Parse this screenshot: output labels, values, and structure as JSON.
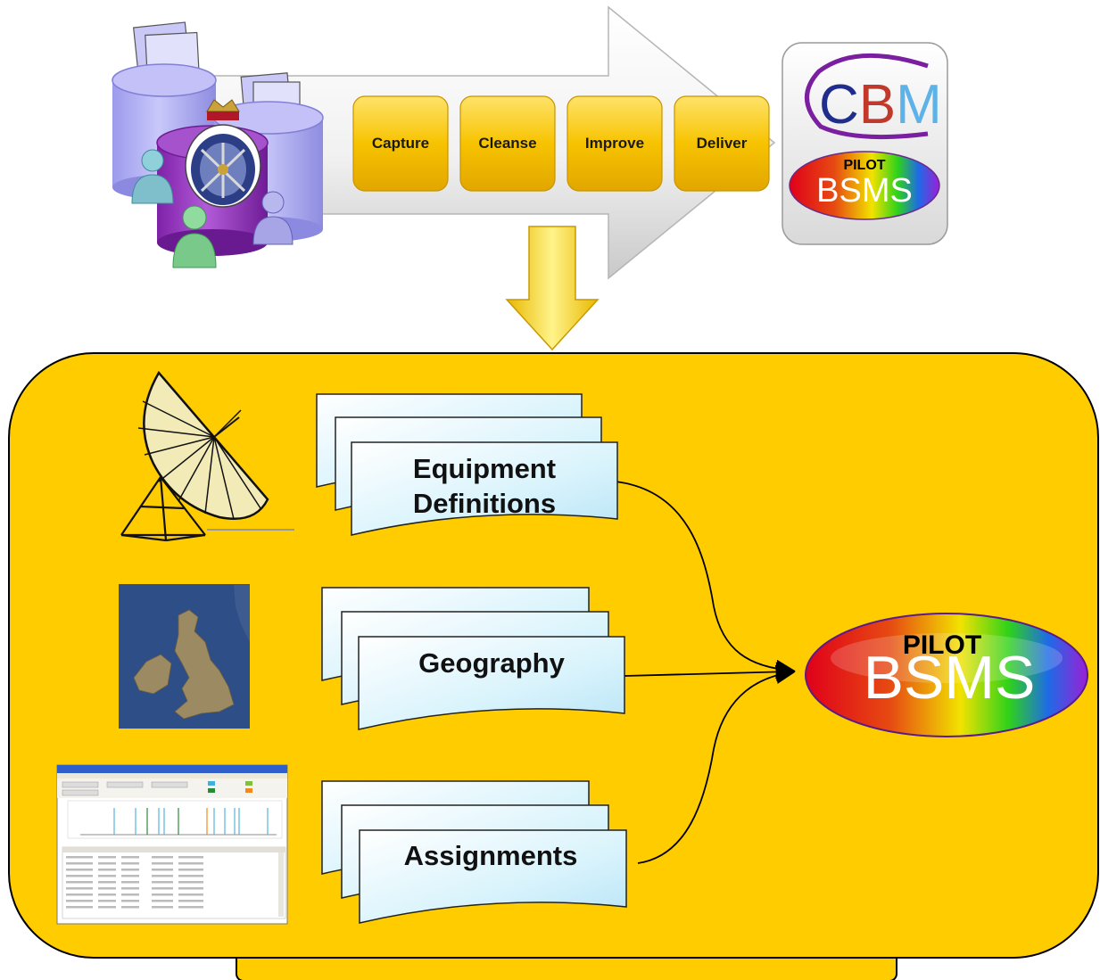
{
  "process": {
    "steps": [
      {
        "label": "Capture"
      },
      {
        "label": "Cleanse"
      },
      {
        "label": "Improve"
      },
      {
        "label": "Deliver"
      }
    ]
  },
  "cbm_logo": {
    "letters": [
      "C",
      "B",
      "M"
    ],
    "pilot": "PILOT",
    "bsms": "BSMS"
  },
  "inputs": [
    {
      "label_lines": [
        "Equipment",
        "Definitions"
      ],
      "icon": "radar-dish-icon"
    },
    {
      "label_lines": [
        "Geography"
      ],
      "icon": "uk-map-icon"
    },
    {
      "label_lines": [
        "Assignments"
      ],
      "icon": "software-screenshot-icon"
    }
  ],
  "target": {
    "pilot": "PILOT",
    "bsms": "BSMS"
  },
  "colors": {
    "panel": "#FFCC00",
    "step_box": "#F5B800",
    "doc_fill": "#CFEFFB",
    "database": "#A8A6F0",
    "database_dark": "#8A2BB5",
    "map_sea": "#2D4E86",
    "map_land": "#9C8A63"
  }
}
